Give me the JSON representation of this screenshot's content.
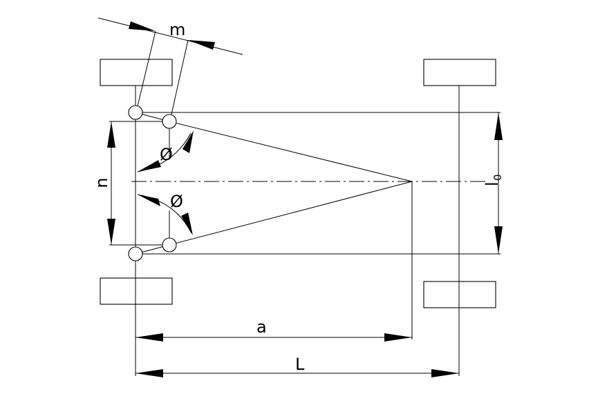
{
  "labels": {
    "m": "m",
    "n": "n",
    "phi_top": "Ø",
    "phi_bottom": "Ø",
    "l0_main": "l",
    "l0_sub": "0",
    "a": "a",
    "L": "L"
  }
}
